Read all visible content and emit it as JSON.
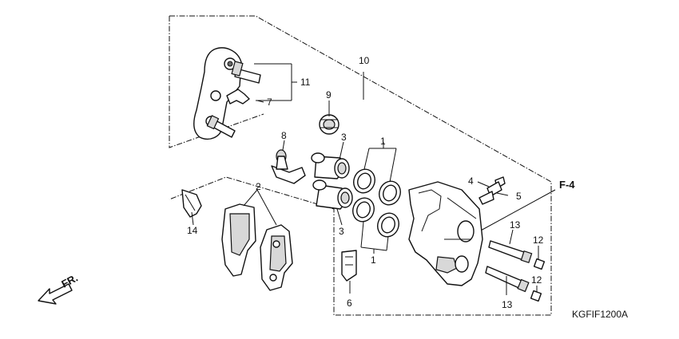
{
  "diagram_code": "KGFIF1200A",
  "section_ref": "F-4",
  "direction_label": "FR.",
  "callouts": {
    "c1a": "1",
    "c1b": "1",
    "c2": "2",
    "c3a": "3",
    "c3b": "3",
    "c4": "4",
    "c5": "5",
    "c6": "6",
    "c7": "7",
    "c8": "8",
    "c9": "9",
    "c10": "10",
    "c11": "11",
    "c12a": "12",
    "c12b": "12",
    "c13a": "13",
    "c13b": "13",
    "c14": "14"
  },
  "colors": {
    "ink": "#111111",
    "background": "#ffffff",
    "shade": "#d8d8d8"
  }
}
